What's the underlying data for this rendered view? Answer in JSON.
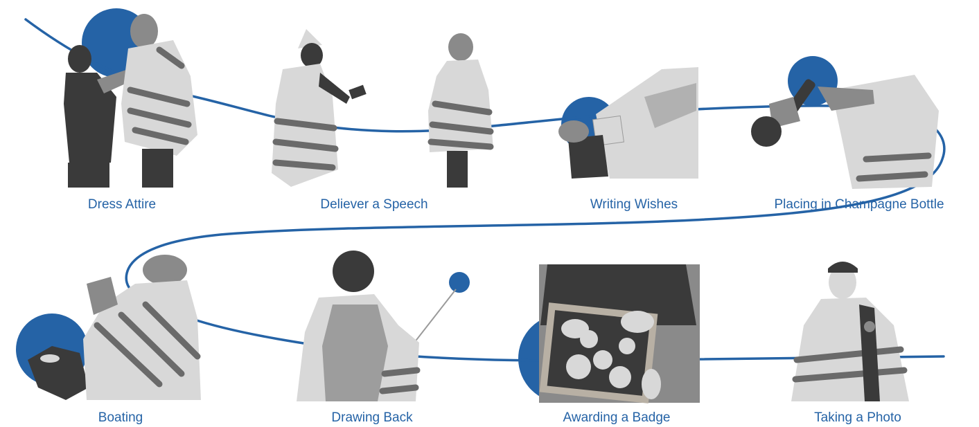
{
  "colors": {
    "accent": "#2563a6",
    "photo_dark": "#3a3a3a",
    "photo_mid": "#8a8a8a",
    "photo_light": "#d8d8d8",
    "background": "#ffffff"
  },
  "steps": [
    {
      "label": "Dress Attire",
      "icon": "dress-attire-photo"
    },
    {
      "label": "Deliever a Speech",
      "icon": "speech-photo"
    },
    {
      "label": "Writing Wishes",
      "icon": "writing-wishes-photo"
    },
    {
      "label": "Placing in Champagne Bottle",
      "icon": "champagne-bottle-photo"
    },
    {
      "label": "Boating",
      "icon": "boating-photo"
    },
    {
      "label": "Drawing Back",
      "icon": "drawing-back-photo"
    },
    {
      "label": "Awarding a Badge",
      "icon": "awarding-badge-photo"
    },
    {
      "label": "Taking a Photo",
      "icon": "taking-photo-photo"
    }
  ]
}
